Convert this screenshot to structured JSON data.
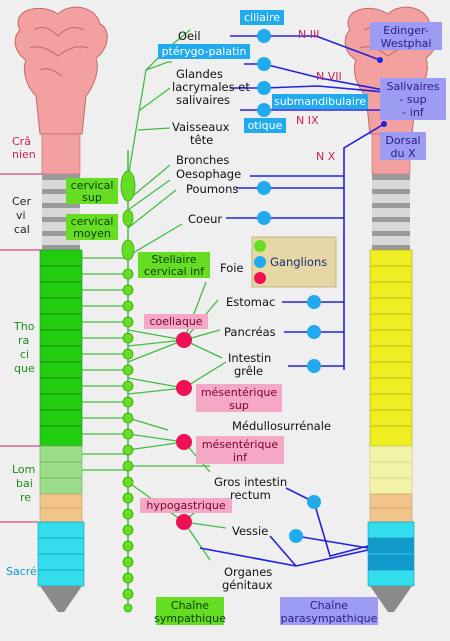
{
  "targets": {
    "oeil": "Oeil",
    "glandes1": "Glandes",
    "glandes2": "lacrymales et",
    "glandes3": "salivaires",
    "vaisseaux1": "Vaisseaux",
    "vaisseaux2": "tête",
    "bronches": "Bronches",
    "oesophage": "Oesophage",
    "poumons": "Poumons",
    "coeur": "Coeur",
    "foie": "Foie",
    "estomac": "Estomac",
    "pancreas": "Pancréas",
    "intestin1": "Intestin",
    "intestin2": "grêle",
    "medullo": "Médullosurrénale",
    "gros1": "Gros intestin",
    "gros2": "rectum",
    "vessie": "Vessie",
    "organes1": "Organes",
    "organes2": "génitaux"
  },
  "spine_regions": {
    "crane1": "Crâ",
    "crane2": "nien",
    "cerv1": "Cer",
    "cerv2": "vi",
    "cerv3": "cal",
    "thor1": "Tho",
    "thor2": "ra",
    "thor3": "ci",
    "thor4": "que",
    "lomb1": "Lom",
    "lomb2": "bai",
    "lomb3": "re",
    "sacre": "Sacré"
  },
  "sympathetic_ganglia": {
    "cervical_sup1": "cervical",
    "cervical_sup2": "sup",
    "cervical_moy1": "cervical",
    "cervical_moy2": "moyen",
    "stellaire1": "Stellaire",
    "stellaire2": "cervical inf",
    "coeliaque": "coeliaque",
    "mes_sup1": "mésentérique",
    "mes_sup2": "sup",
    "mes_inf1": "mésentérique",
    "mes_inf2": "inf",
    "hypogastrique": "hypogastrique"
  },
  "parasympathetic_ganglia": {
    "ciliaire": "ciliaire",
    "pterygo": "ptérygo-palatin",
    "submandibulaire": "submandibulaire",
    "otique": "otique"
  },
  "nerves": {
    "n3": "N III",
    "n7": "N VII",
    "n9": "N IX",
    "n10": "N X"
  },
  "nuclei": {
    "edinger1": "Edinger-",
    "edinger2": "Westphal",
    "saliv1": "Salivaires",
    "saliv2": "- sup",
    "saliv3": "- inf",
    "dorsal1": "Dorsal",
    "dorsal2": "du X"
  },
  "legend": {
    "title": "Ganglions",
    "colors": [
      "#66dd22",
      "#22aaee",
      "#ee1155"
    ]
  },
  "footer": {
    "symp1": "Chaîne",
    "symp2": "sympathique",
    "para1": "Chaîne",
    "para2": "parasympathique"
  },
  "colors": {
    "sympathetic": "#44bb44",
    "parasympathetic": "#2222dd",
    "cervical_green": "#66dd22",
    "parasymp_blue": "#22aaee",
    "prevertebral_red": "#ee1155",
    "brain_pink": "#f2a0a0",
    "thoracic_green": "#22cc11",
    "lumbar_green": "#99dd88",
    "sacral_cyan": "#33ddee",
    "para_yellow": "#eeee22"
  }
}
